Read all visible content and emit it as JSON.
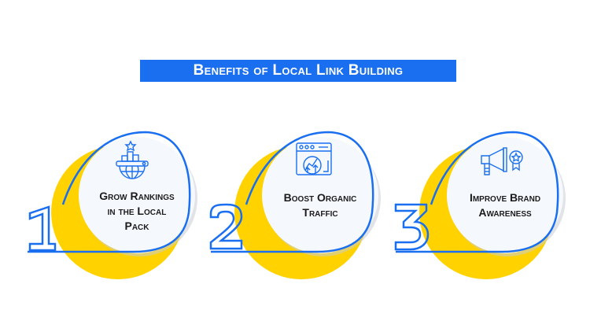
{
  "title": "Benefits of Local Link Building",
  "colors": {
    "accent_blue": "#1a6ff0",
    "yellow": "#ffd200",
    "circle_fill": "#f5f8fd",
    "text": "#1b1b1b"
  },
  "items": [
    {
      "number": "1",
      "label_lines": [
        "Grow Rankings",
        "in the Local",
        "Pack"
      ],
      "icon": "ranking-globe-icon"
    },
    {
      "number": "2",
      "label_lines": [
        "Boost Organic",
        "Traffic"
      ],
      "icon": "browser-growth-icon"
    },
    {
      "number": "3",
      "label_lines": [
        "Improve Brand",
        "Awareness"
      ],
      "icon": "megaphone-award-icon"
    }
  ]
}
